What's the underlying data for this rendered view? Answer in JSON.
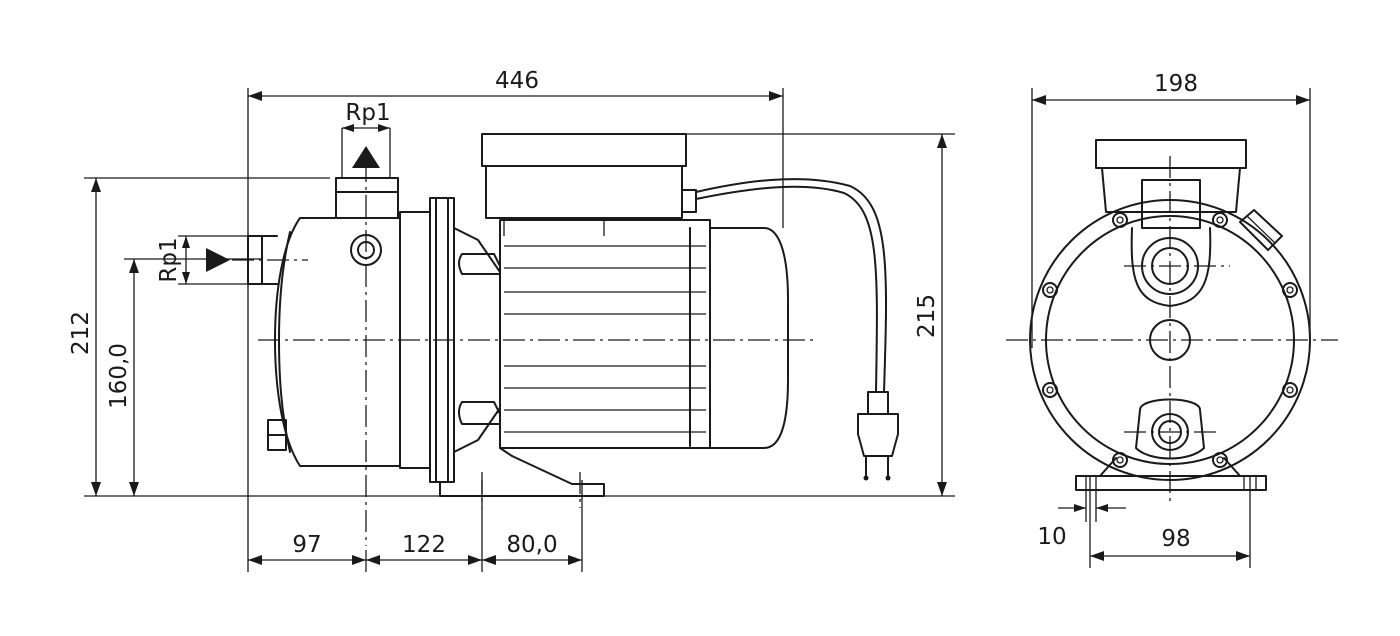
{
  "dimensions": {
    "overall_length": "446",
    "inlet_thread_top": "Rp1",
    "inlet_thread_side": "Rp1",
    "total_height": "212",
    "shaft_height": "160,0",
    "height_with_box": "215",
    "dist_a": "97",
    "dist_b": "122",
    "dist_c": "80,0",
    "overall_width": "198",
    "foot_slot": "10",
    "foot_spacing": "98"
  },
  "icons": [
    "flow-arrow-up-icon",
    "flow-arrow-right-icon"
  ]
}
